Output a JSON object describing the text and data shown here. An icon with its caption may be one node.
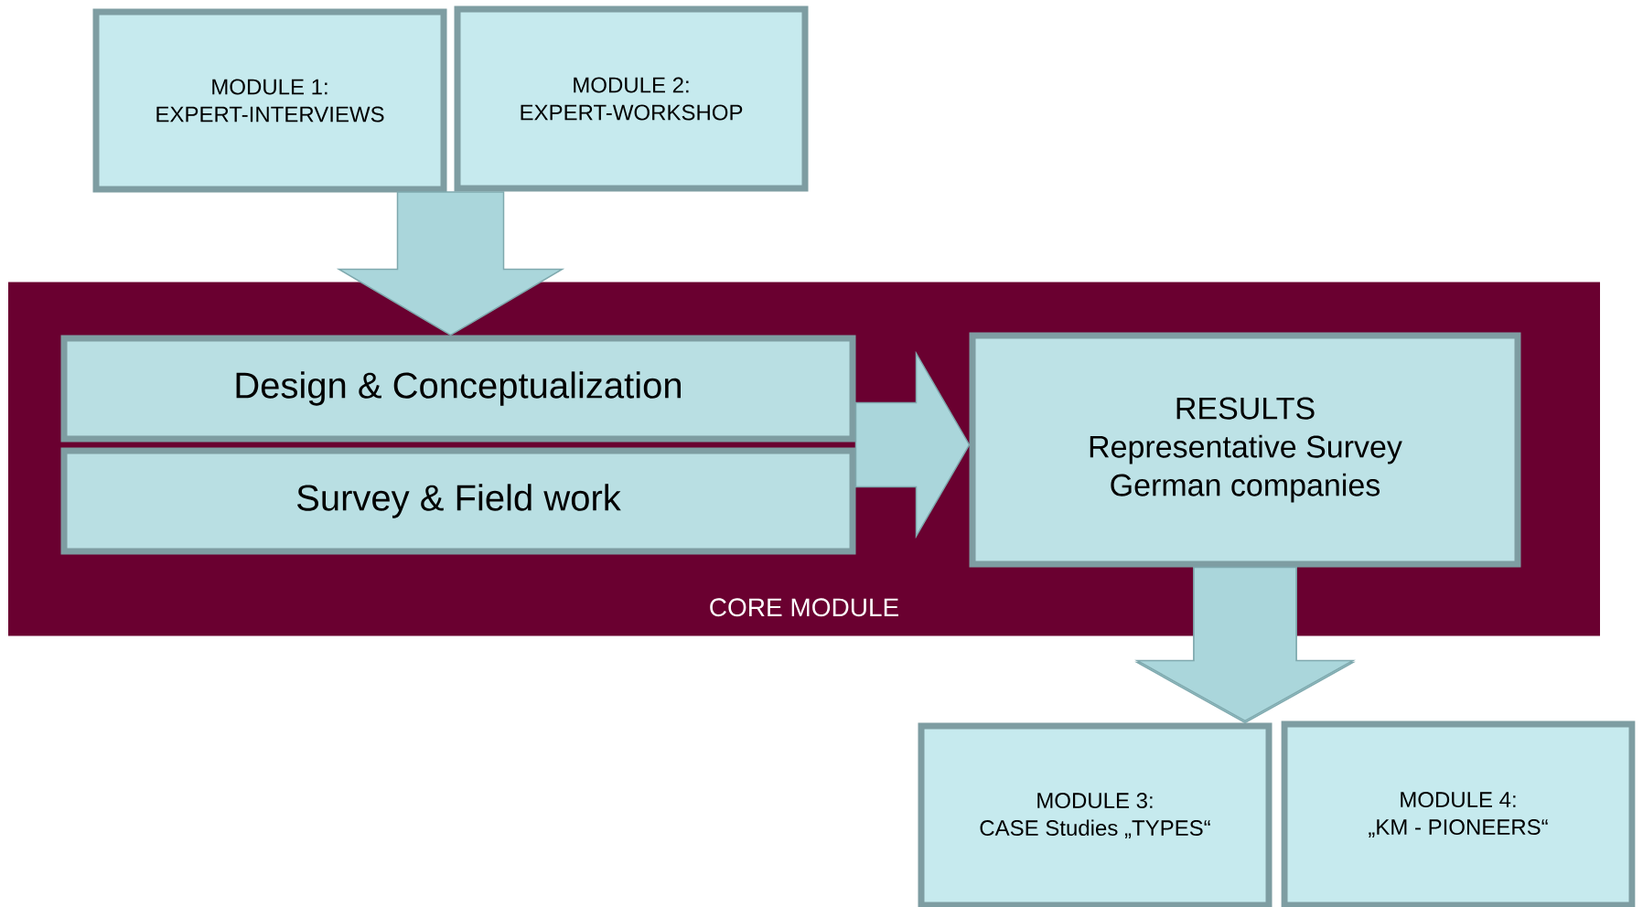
{
  "diagram": {
    "nodes": [
      {
        "text": [
          "MODULE 1:",
          "EXPERT-INTERVIEWS"
        ]
      },
      {
        "text": [
          "MODULE 2:",
          "EXPERT-WORKSHOP"
        ]
      },
      {
        "text": [
          "CORE MODULE"
        ]
      },
      {
        "text": [
          "Design & Conceptualization"
        ],
        "in": 2
      },
      {
        "text": [
          "Survey & Field work"
        ],
        "in": 2
      },
      {
        "text": [
          "RESULTS",
          "Representative Survey",
          "German companies"
        ],
        "in": 2
      },
      {
        "text": [
          "MODULE 3:",
          "CASE Studies „TYPES“"
        ]
      },
      {
        "text": [
          "MODULE 4:",
          "„KM - PIONEERS“"
        ]
      }
    ],
    "edges": [
      {
        "from": 0,
        "to": 3,
        "arrow": "to"
      },
      {
        "from": 1,
        "to": 3,
        "arrow": "to"
      },
      {
        "from": 3,
        "to": 5,
        "arrow": "to"
      },
      {
        "from": 4,
        "to": 5,
        "arrow": "to"
      },
      {
        "from": 5,
        "to": 6,
        "arrow": "to"
      },
      {
        "from": 5,
        "to": 7,
        "arrow": "to"
      }
    ]
  }
}
